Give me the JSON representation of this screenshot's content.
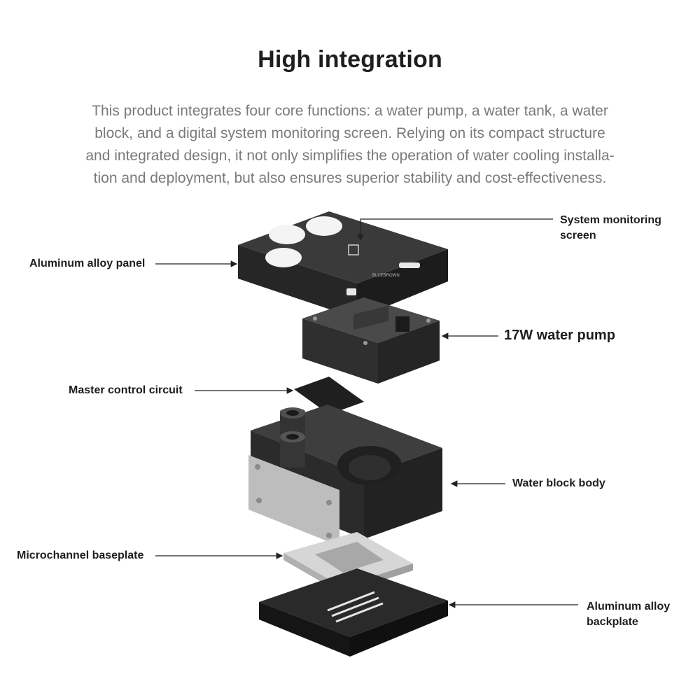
{
  "heading": "High integration",
  "intro_lines": [
    "This product integrates four core functions: a water pump, a water tank, a water",
    "block, and a digital system monitoring screen. Relying on its compact structure",
    "and integrated design, it not only simplifies the operation of water cooling installa-",
    "tion and deployment, but also ensures superior stability and cost-effectiveness."
  ],
  "labels": {
    "monitor_line1": "System monitoring",
    "monitor_line2": "screen",
    "panel": "Aluminum alloy panel",
    "pump": "17W water pump",
    "circuit": "Master control circuit",
    "block_body": "Water block body",
    "baseplate": "Microchannel baseplate",
    "backplate_line1": "Aluminum alloy",
    "backplate_line2": "backplate"
  },
  "brand_mark": "BLUEBROWN"
}
